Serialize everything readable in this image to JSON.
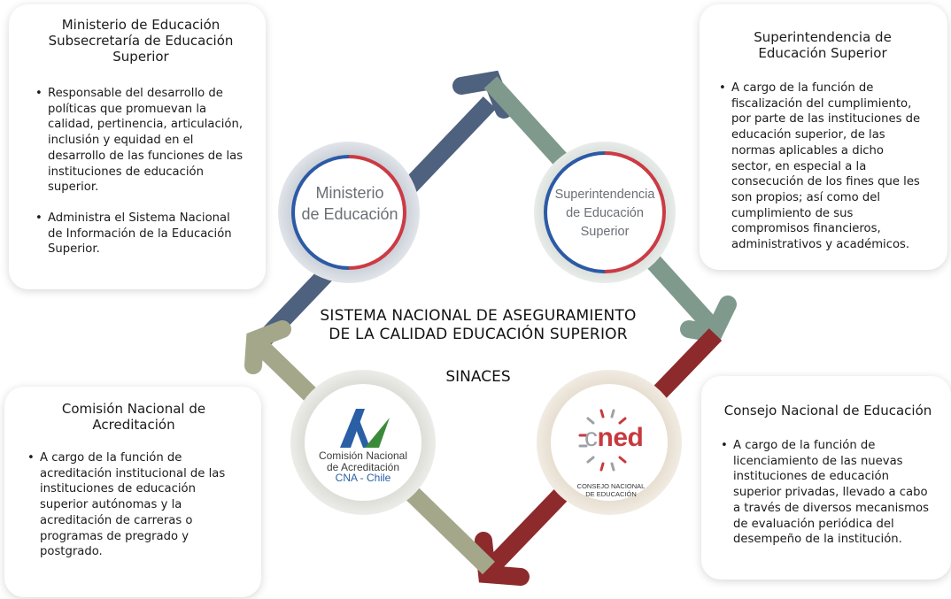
{
  "center": {
    "title_line1": "SISTEMA NACIONAL DE ASEGURAMIENTO",
    "title_line2": "DE LA CALIDAD EDUCACIÓN SUPERIOR",
    "acronym": "SINACES"
  },
  "cards": {
    "ministerio": {
      "title": "Ministerio de Educación Subsecretaría de Educación Superior",
      "bullets": [
        "Responsable del desarrollo de políticas que promuevan la calidad, pertinencia, articulación, inclusión y equidad en el desarrollo de las funciones de las instituciones de educación superior.",
        "Administra el Sistema Nacional de Información de la Educación Superior."
      ]
    },
    "superintendencia": {
      "title": "Superintendencia de Educación Superior",
      "bullets": [
        "A cargo de la función de fiscalización del cumplimiento, por parte de las instituciones de educación superior, de las normas aplicables a dicho sector, en especial a la consecución de los fines que les son propios; así como del cumplimiento de sus compromisos financieros, administrativos y académicos."
      ]
    },
    "cna": {
      "title": "Comisión Nacional de Acreditación",
      "bullets": [
        "A cargo de la función de acreditación institucional de las instituciones de educación superior autónomas y la acreditación de carreras o programas de pregrado y postgrado."
      ]
    },
    "cned": {
      "title": "Consejo Nacional de Educación",
      "bullets": [
        "A cargo de la función de licenciamiento de las nuevas instituciones de educación superior privadas, llevado a cabo a través de diversos mecanismos de evaluación periódica del desempeño de la institución."
      ]
    }
  },
  "circles": {
    "ministerio": {
      "line1": "Ministerio",
      "line2": "de Educación"
    },
    "superintendencia": {
      "line1": "Superintendencia",
      "line2": "de Educación",
      "line3": "Superior"
    },
    "cna": {
      "line1": "Comisión Nacional",
      "line2": "de Acreditación",
      "line3": "CNA - Chile"
    },
    "cned": {
      "logo_c": "c",
      "logo_ned": "ned",
      "line1": "CONSEJO NACIONAL",
      "line2": "DE EDUCACIÓN"
    }
  },
  "colors": {
    "arrow_navy": "#4e617e",
    "arrow_sage": "#7f9a8c",
    "arrow_red": "#8d2a2c",
    "arrow_olive": "#a4a78a",
    "chile_red": "#cc3a44",
    "chile_blue": "#2c5aa6",
    "cna_green": "#3a8a3a"
  }
}
